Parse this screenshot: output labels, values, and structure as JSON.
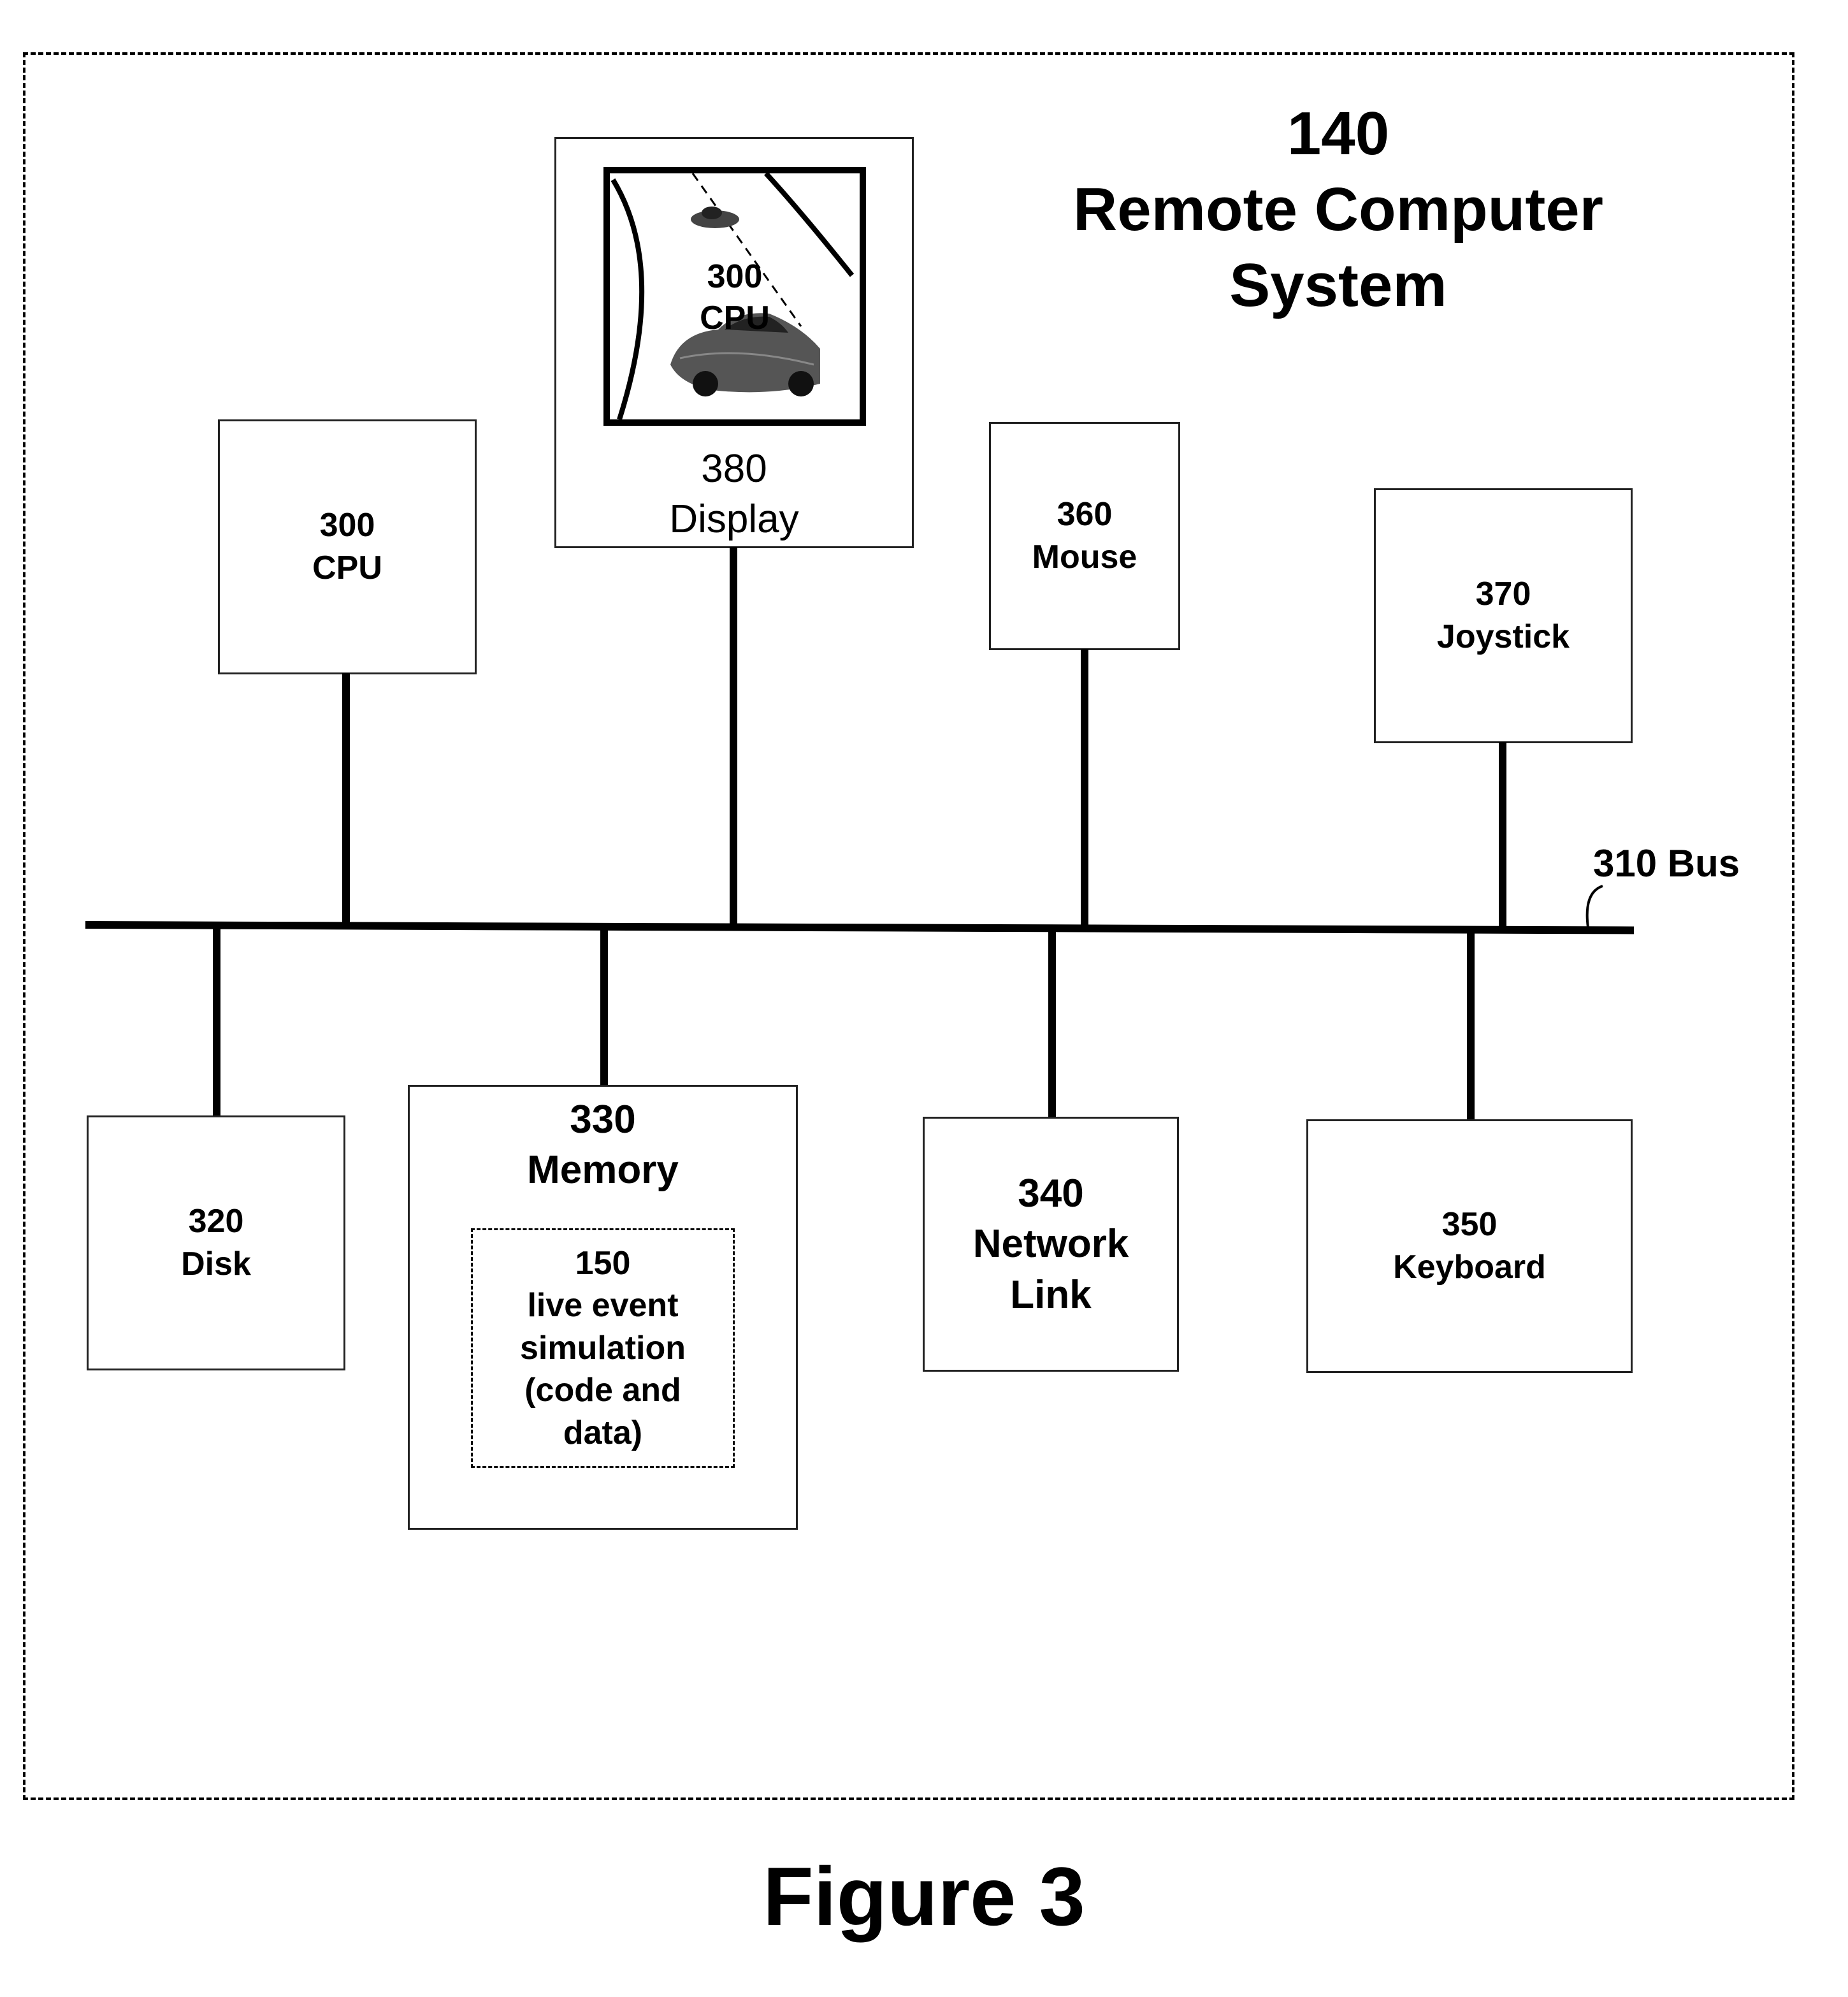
{
  "system": {
    "number": "140",
    "line1": "Remote Computer",
    "line2": "System"
  },
  "display": {
    "number": "380",
    "label": "Display",
    "screen_number": "300",
    "screen_label": "CPU"
  },
  "cpu": {
    "number": "300",
    "label": "CPU"
  },
  "mouse": {
    "number": "360",
    "label": "Mouse"
  },
  "joystick": {
    "number": "370",
    "label": "Joystick"
  },
  "bus": {
    "label": "310 Bus"
  },
  "disk": {
    "number": "320",
    "label": "Disk"
  },
  "memory": {
    "number": "330",
    "label": "Memory"
  },
  "simulation": {
    "number": "150",
    "line1": "live event",
    "line2": "simulation",
    "line3": "(code and",
    "line4": "data)"
  },
  "network": {
    "number": "340",
    "line1": "Network",
    "line2": "Link"
  },
  "keyboard": {
    "number": "350",
    "label": "Keyboard"
  },
  "caption": "Figure 3"
}
